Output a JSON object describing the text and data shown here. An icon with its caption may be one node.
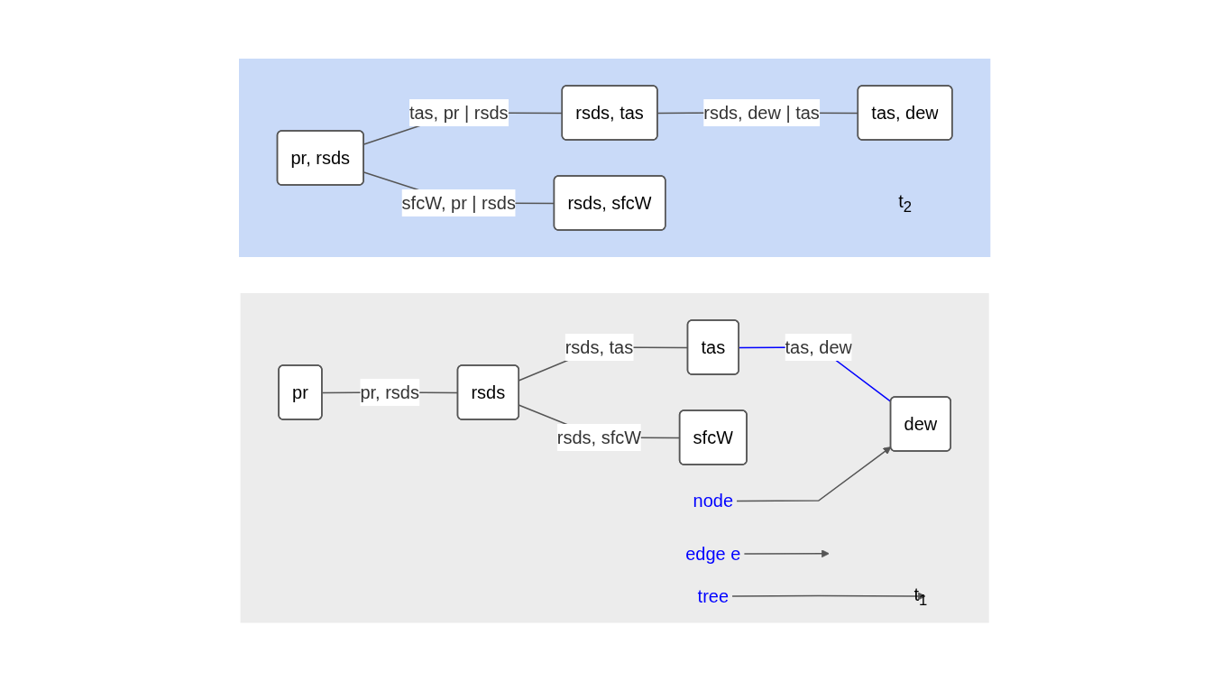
{
  "diagram": {
    "nodes": [
      {
        "text": [],
        "shape": "box"
      },
      {
        "text": [
          "pr"
        ],
        "in": 0
      },
      {
        "text": [
          "rsds"
        ],
        "in": 0
      },
      {
        "text": [
          "tas"
        ],
        "in": 0
      },
      {
        "text": [
          "dew"
        ],
        "in": 0
      },
      {
        "text": [
          "sfcW"
        ],
        "in": 0
      },
      {
        "text": [
          "edge e"
        ],
        "in": 0
      },
      {
        "text": [
          "node"
        ],
        "in": 0
      },
      {
        "text": [
          "tree"
        ],
        "in": 0
      },
      {
        "text": [
          "t$_{1}$"
        ],
        "in": 0
      },
      {
        "text": [],
        "shape": "box"
      },
      {
        "text": [
          "pr, rsds"
        ],
        "in": 10
      },
      {
        "text": [
          "rsds, tas"
        ],
        "in": 10
      },
      {
        "text": [
          "tas, dew"
        ],
        "in": 10
      },
      {
        "text": [
          "rsds, sfcW"
        ],
        "in": 10
      },
      {
        "text": [
          "t$_{2}$"
        ],
        "in": 10
      }
    ],
    "edges": [
      {
        "from": 1,
        "to": 2,
        "arrow": "none",
        "label": "pr, rsds"
      },
      {
        "from": 2,
        "to": 3,
        "arrow": "none",
        "label": "rsds, tas"
      },
      {
        "from": 3,
        "to": 4,
        "arrow": "none",
        "label": "tas, dew",
        "color": "#0000ff"
      },
      {
        "from": 2,
        "to": 5,
        "arrow": "none",
        "label": "rsds, sfcW"
      },
      {
        "from": 6,
        "to": null,
        "arrow": "to"
      },
      {
        "from": 7,
        "to": 4,
        "arrow": "to"
      },
      {
        "from": 8,
        "to": 9,
        "arrow": "to"
      },
      {
        "from": 11,
        "to": 12,
        "arrow": "none",
        "label": "tas, pr | rsds"
      },
      {
        "from": 12,
        "to": 13,
        "arrow": "none",
        "label": "rsds, dew | tas"
      },
      {
        "from": 11,
        "to": 14,
        "arrow": "none",
        "label": "sfcW, pr | rsds"
      }
    ]
  }
}
